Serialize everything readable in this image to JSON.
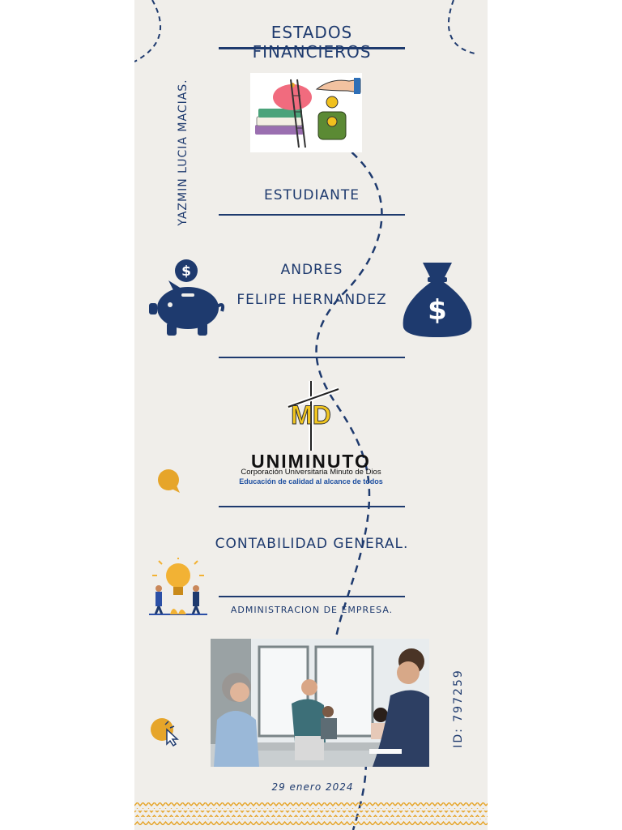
{
  "header": {
    "title": "ESTADOS FINANCIEROS"
  },
  "side_name": "YAZMIN LUCIA MACIAS.",
  "role_label": "ESTUDIANTE",
  "teacher": {
    "line1": "ANDRES",
    "line2": "FELIPE HERNANDEZ"
  },
  "logo": {
    "mark": "MD",
    "name": "UNIMINUTO",
    "subtitle": "Corporación Universitaria Minuto de Dios",
    "tagline": "Educación de calidad al alcance de todos"
  },
  "course": "CONTABILIDAD GENERAL.",
  "program": "ADMINISTRACION DE EMPRESA.",
  "id_label": "ID: 797259",
  "date": "29 enero 2024",
  "colors": {
    "navy": "#1e3a6e",
    "accent": "#e6a52a",
    "background": "#f0eeea"
  },
  "icons": [
    "piggy-bank-icon",
    "money-bag-icon",
    "chat-bubble-icon",
    "lightbulb-team-icon",
    "cursor-click-icon"
  ]
}
